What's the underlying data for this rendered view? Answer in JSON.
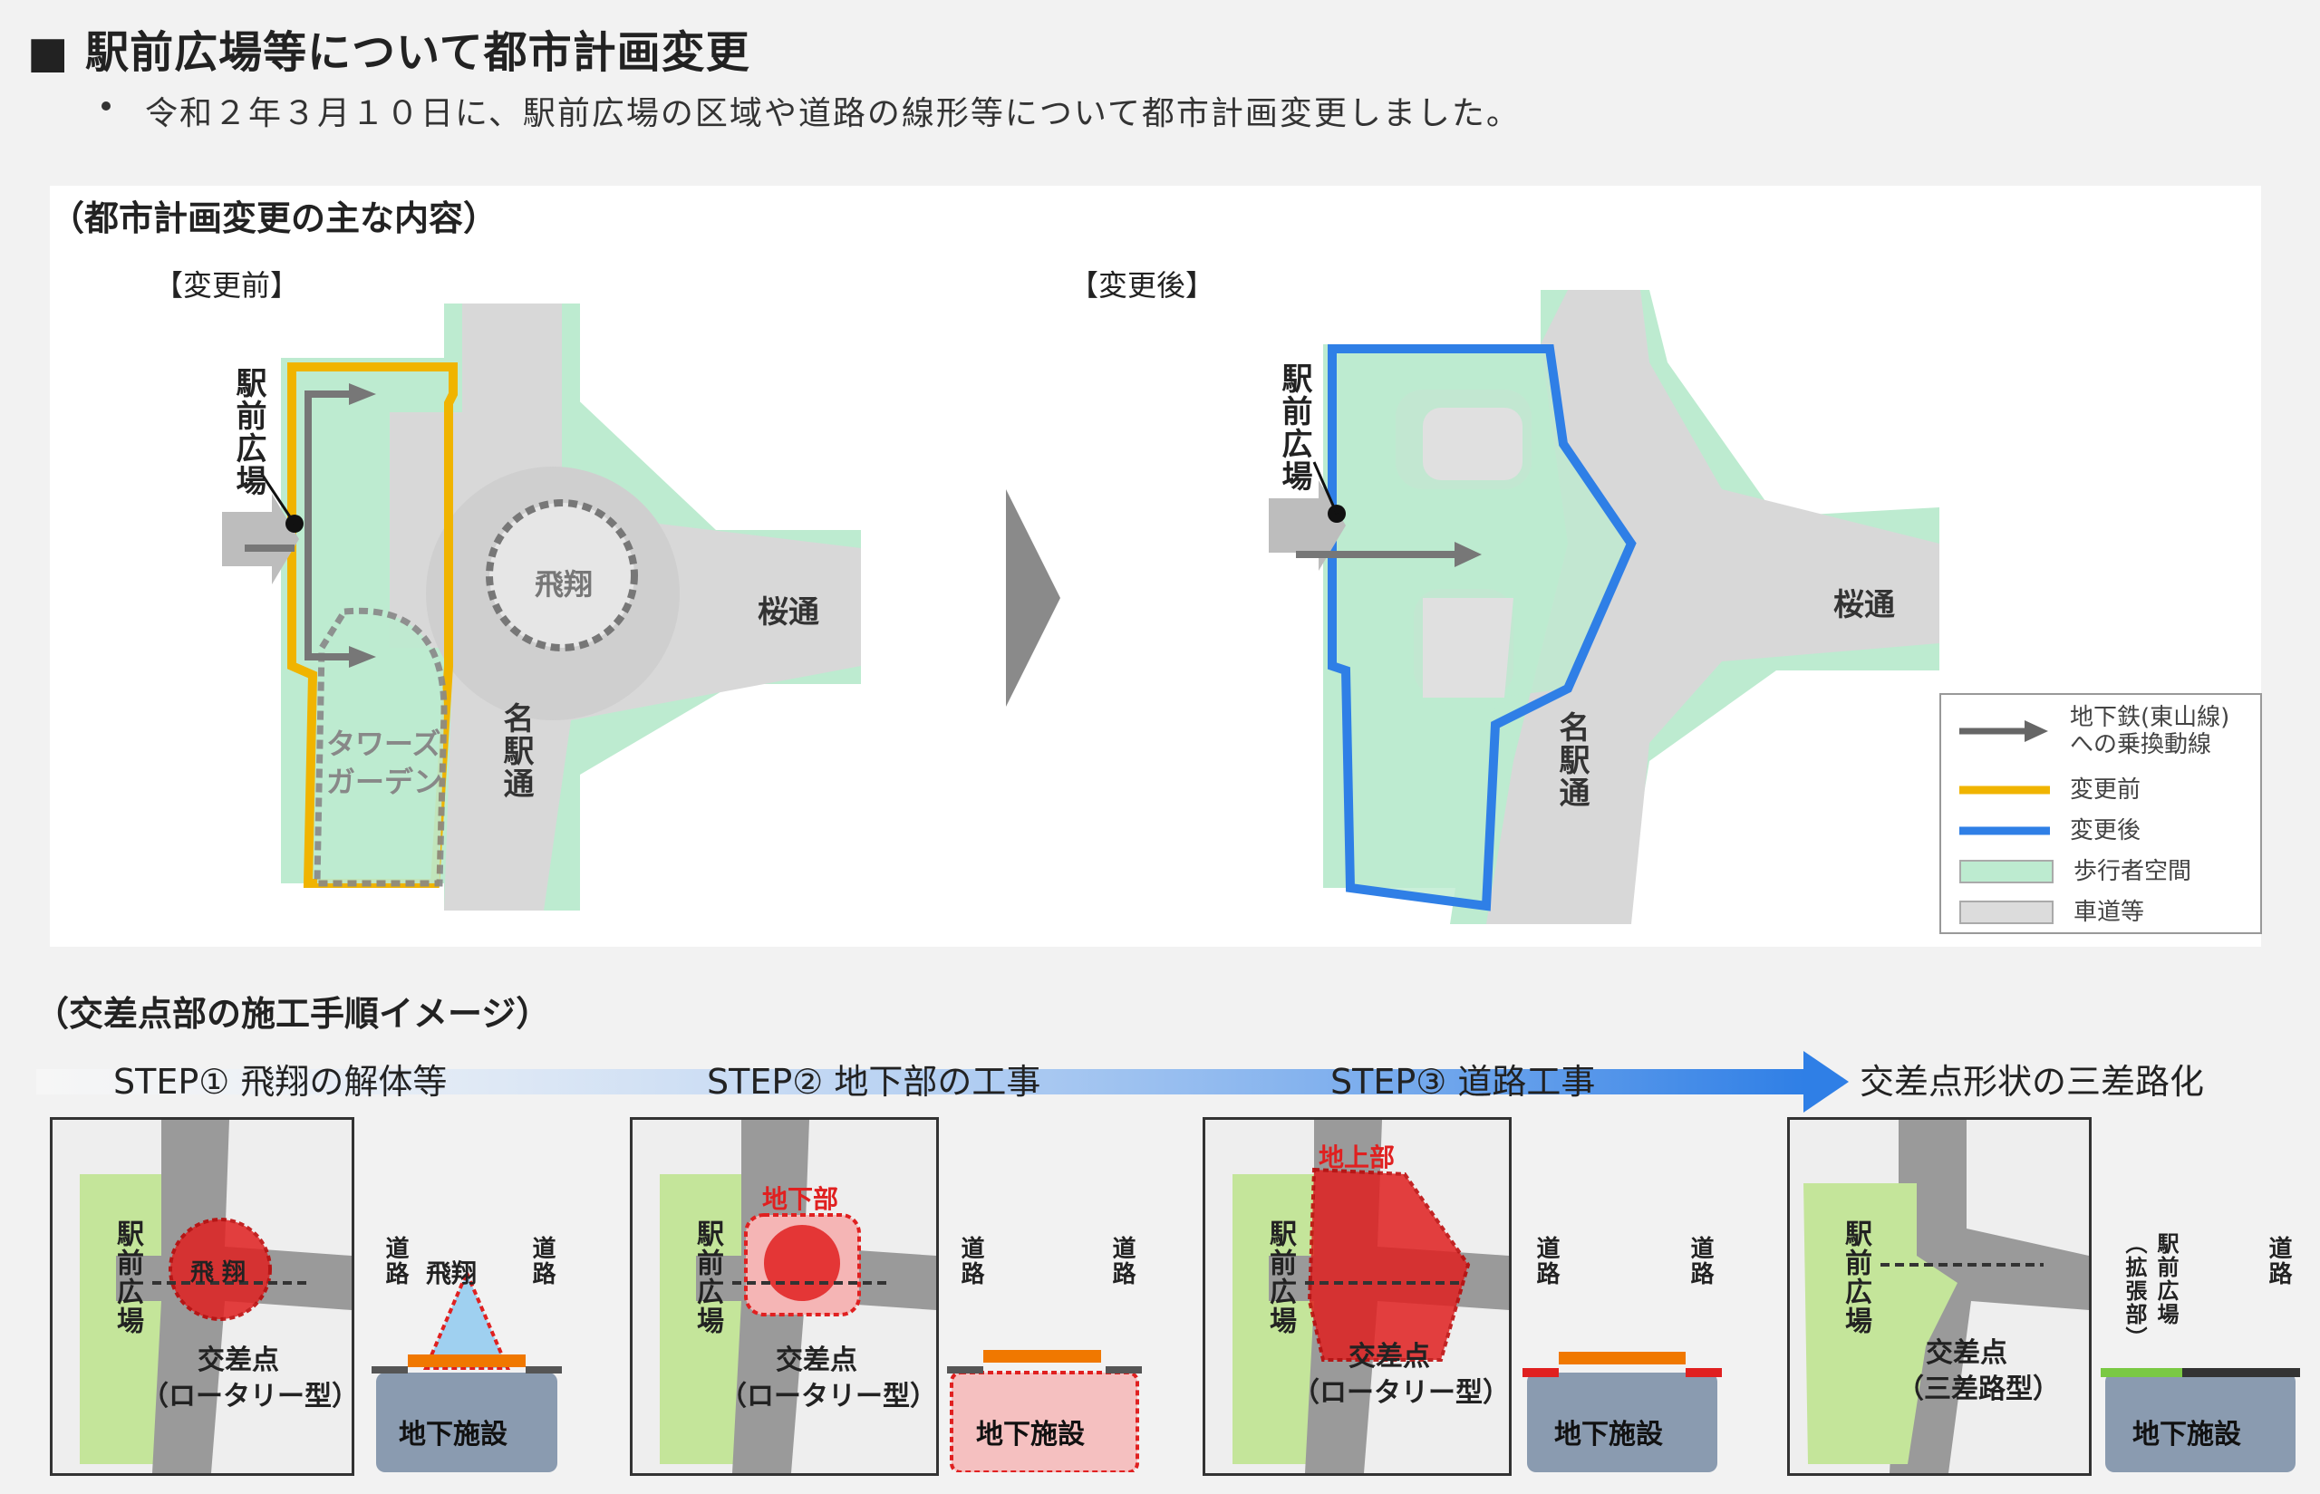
{
  "heading": "■ 駅前広場等について都市計画変更",
  "bullet": "令和２年３月１０日に、駅前広場の区域や道路の線形等について都市計画変更しました。",
  "main_section": {
    "title": "（都市計画変更の主な内容）",
    "before_label": "【変更前】",
    "after_label": "【変更後】",
    "station_plaza": "駅前広場",
    "hisho": "飛翔",
    "towers_garden": "タワーズガーデン",
    "meieki_dori": "名駅通",
    "sakura_dori": "桜通"
  },
  "legend": {
    "items": [
      {
        "label": "地下鉄(東山線)への乗換動線",
        "kind": "arrow",
        "color": "#666666"
      },
      {
        "label": "変更前",
        "kind": "line",
        "color": "#f0b400"
      },
      {
        "label": "変更後",
        "kind": "line",
        "color": "#2f7fe6"
      },
      {
        "label": "歩行者空間",
        "kind": "box",
        "color": "#bdebd0"
      },
      {
        "label": "車道等",
        "kind": "box",
        "color": "#dcdcdc"
      }
    ]
  },
  "steps_section": {
    "title": "（交差点部の施工手順イメージ）",
    "steps": [
      "STEP① 飛翔の解体等",
      "STEP② 地下部の工事",
      "STEP③ 道路工事",
      "交差点形状の三差路化"
    ],
    "station_plaza": "駅前広場",
    "station_plaza_ext": "駅前広場（拡張部）",
    "road": "道路",
    "hisho": "飛翔",
    "hisho_circle": "飛 翔",
    "underground_part": "地下部",
    "above_part": "地上部",
    "intersection": "交差点",
    "rotary": "（ロータリー型）",
    "three_way": "（三差路型）",
    "underground_facility": "地下施設"
  },
  "colors": {
    "pedestrian": "#bdebd0",
    "road": "#d8d8d8",
    "before": "#f0b400",
    "after": "#2f7fe6",
    "plaza_green": "#c4e59a",
    "red": "#e02020",
    "facility": "#8a9bb0"
  }
}
